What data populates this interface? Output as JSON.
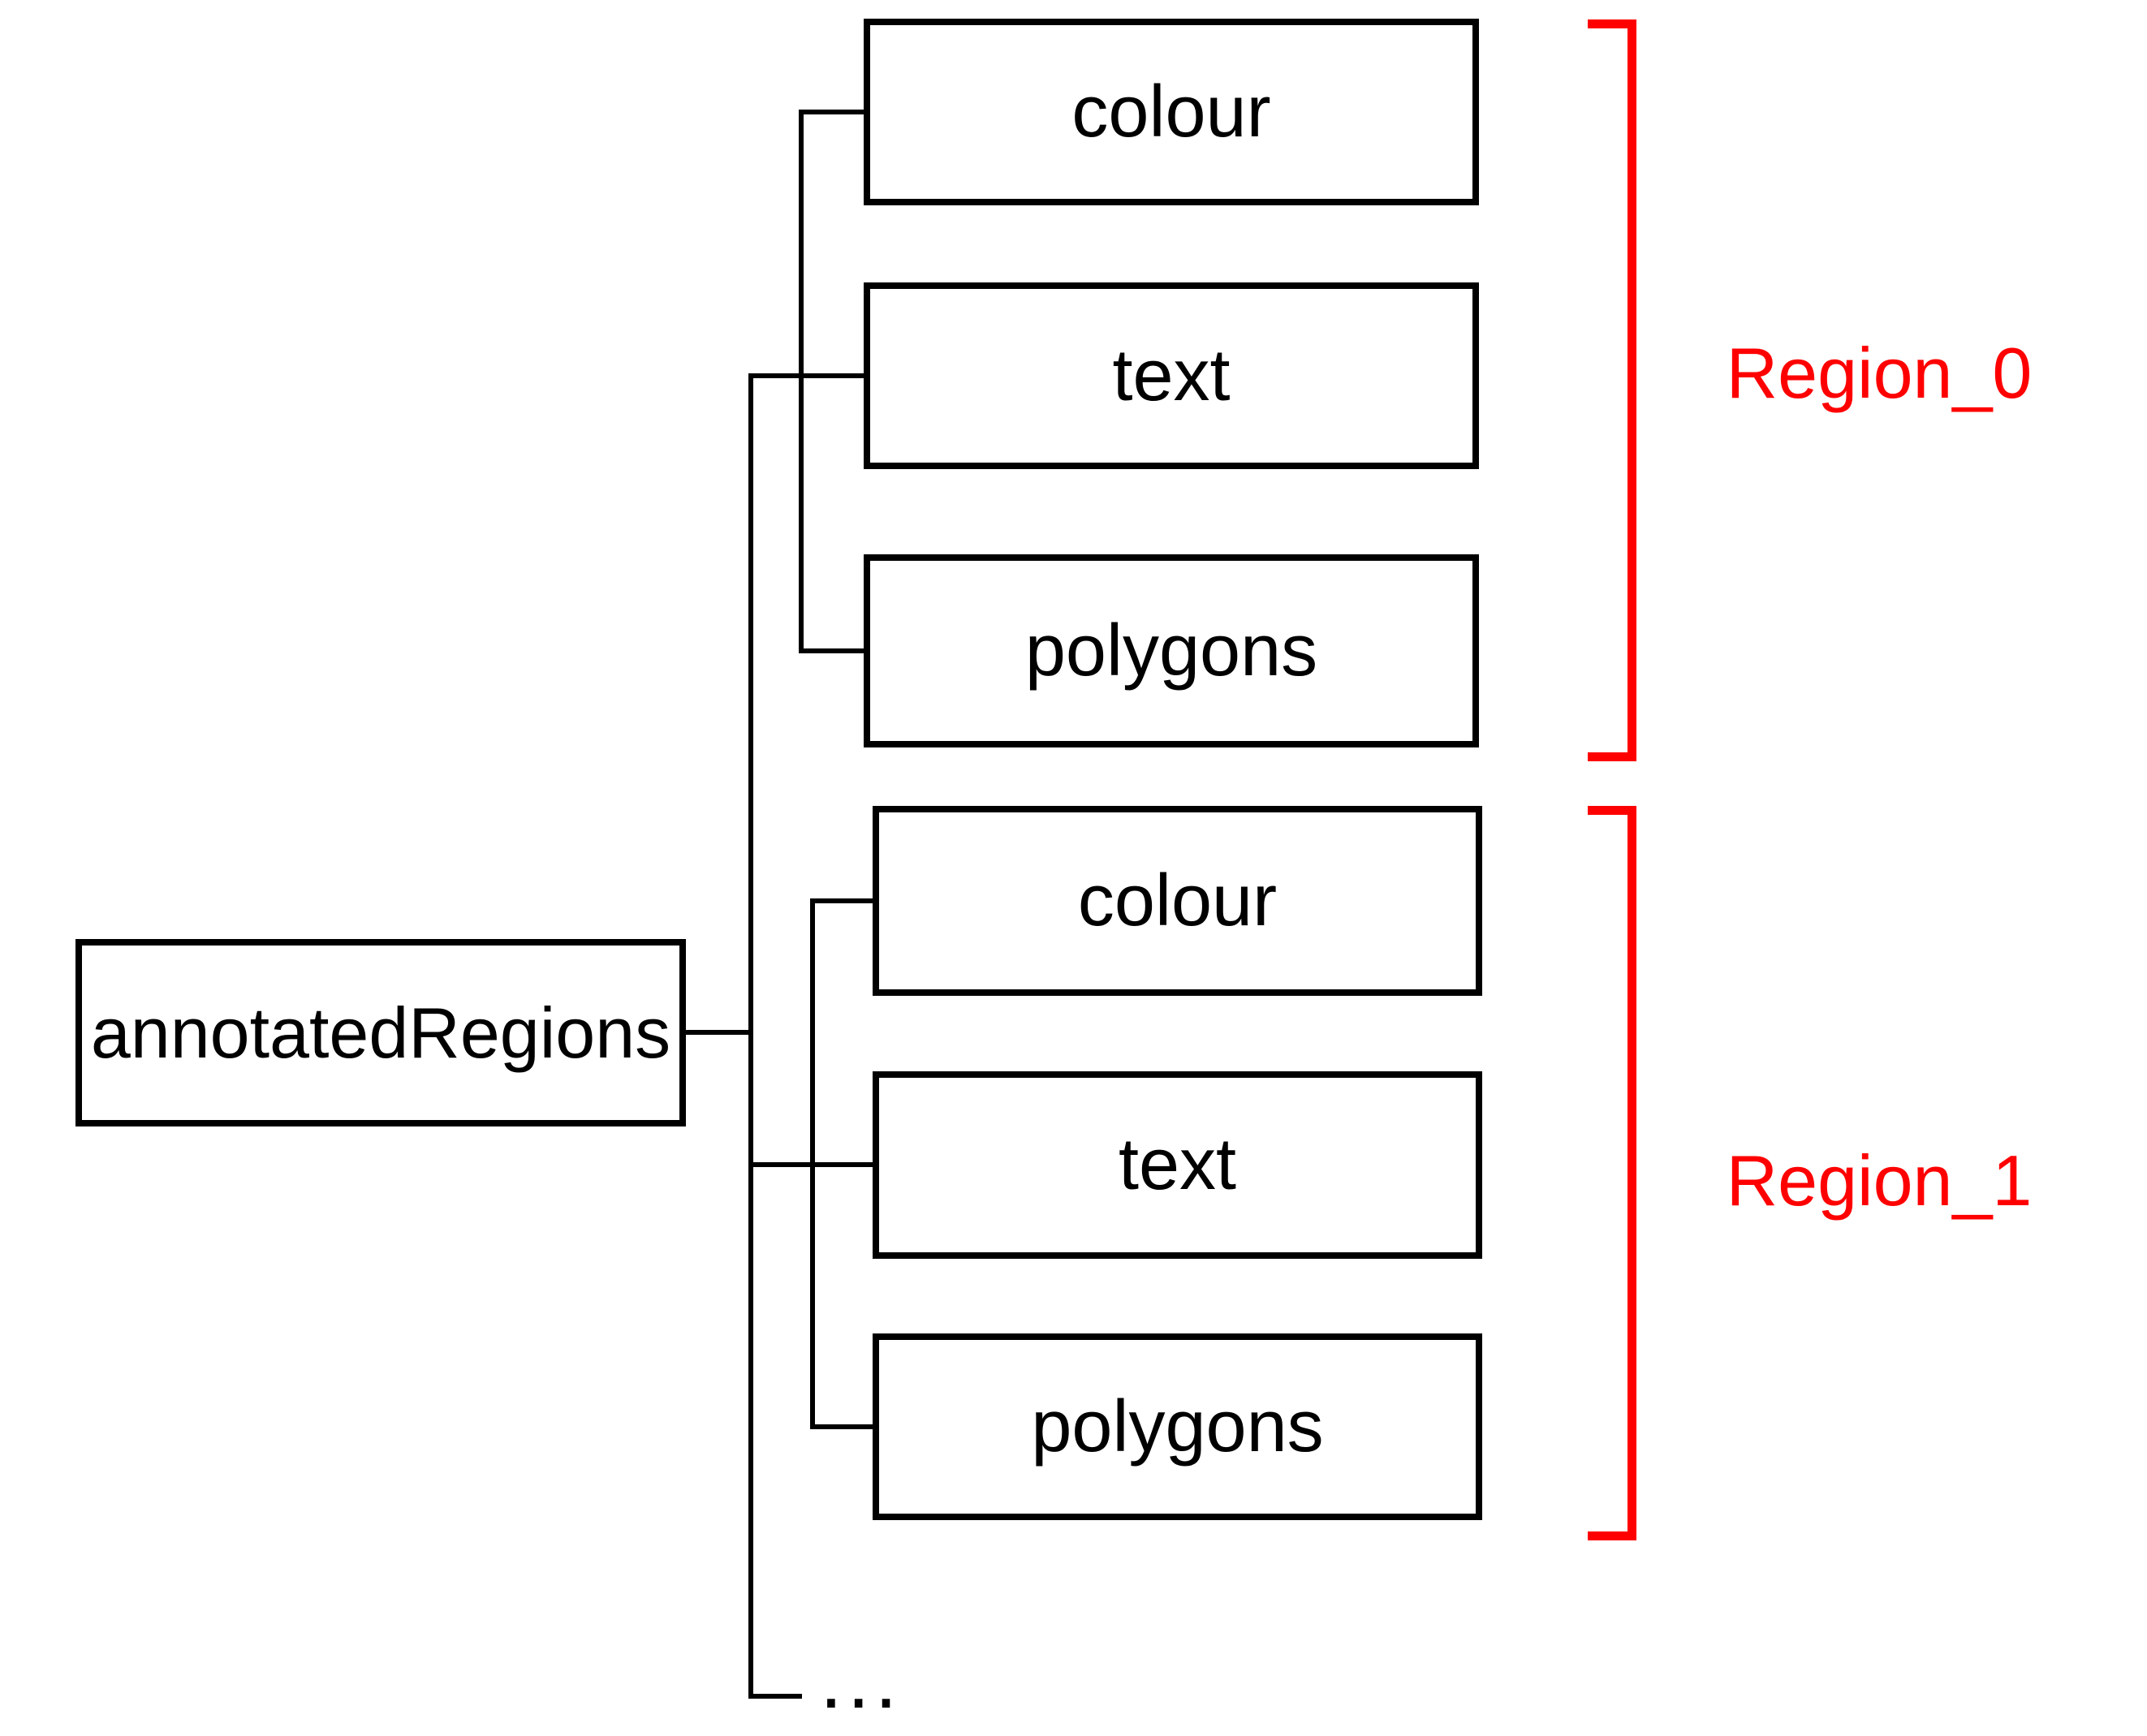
{
  "diagram": {
    "root": {
      "label": "annotatedRegions"
    },
    "groups": [
      {
        "bracket_label": "Region_0",
        "children": [
          "colour",
          "text",
          "polygons"
        ]
      },
      {
        "bracket_label": "Region_1",
        "children": [
          "colour",
          "text",
          "polygons"
        ]
      }
    ],
    "ellipsis": "...",
    "colors": {
      "line": "#000000",
      "bracket": "#ff0000",
      "label_text": "#ff0000",
      "background": "#ffffff"
    }
  }
}
